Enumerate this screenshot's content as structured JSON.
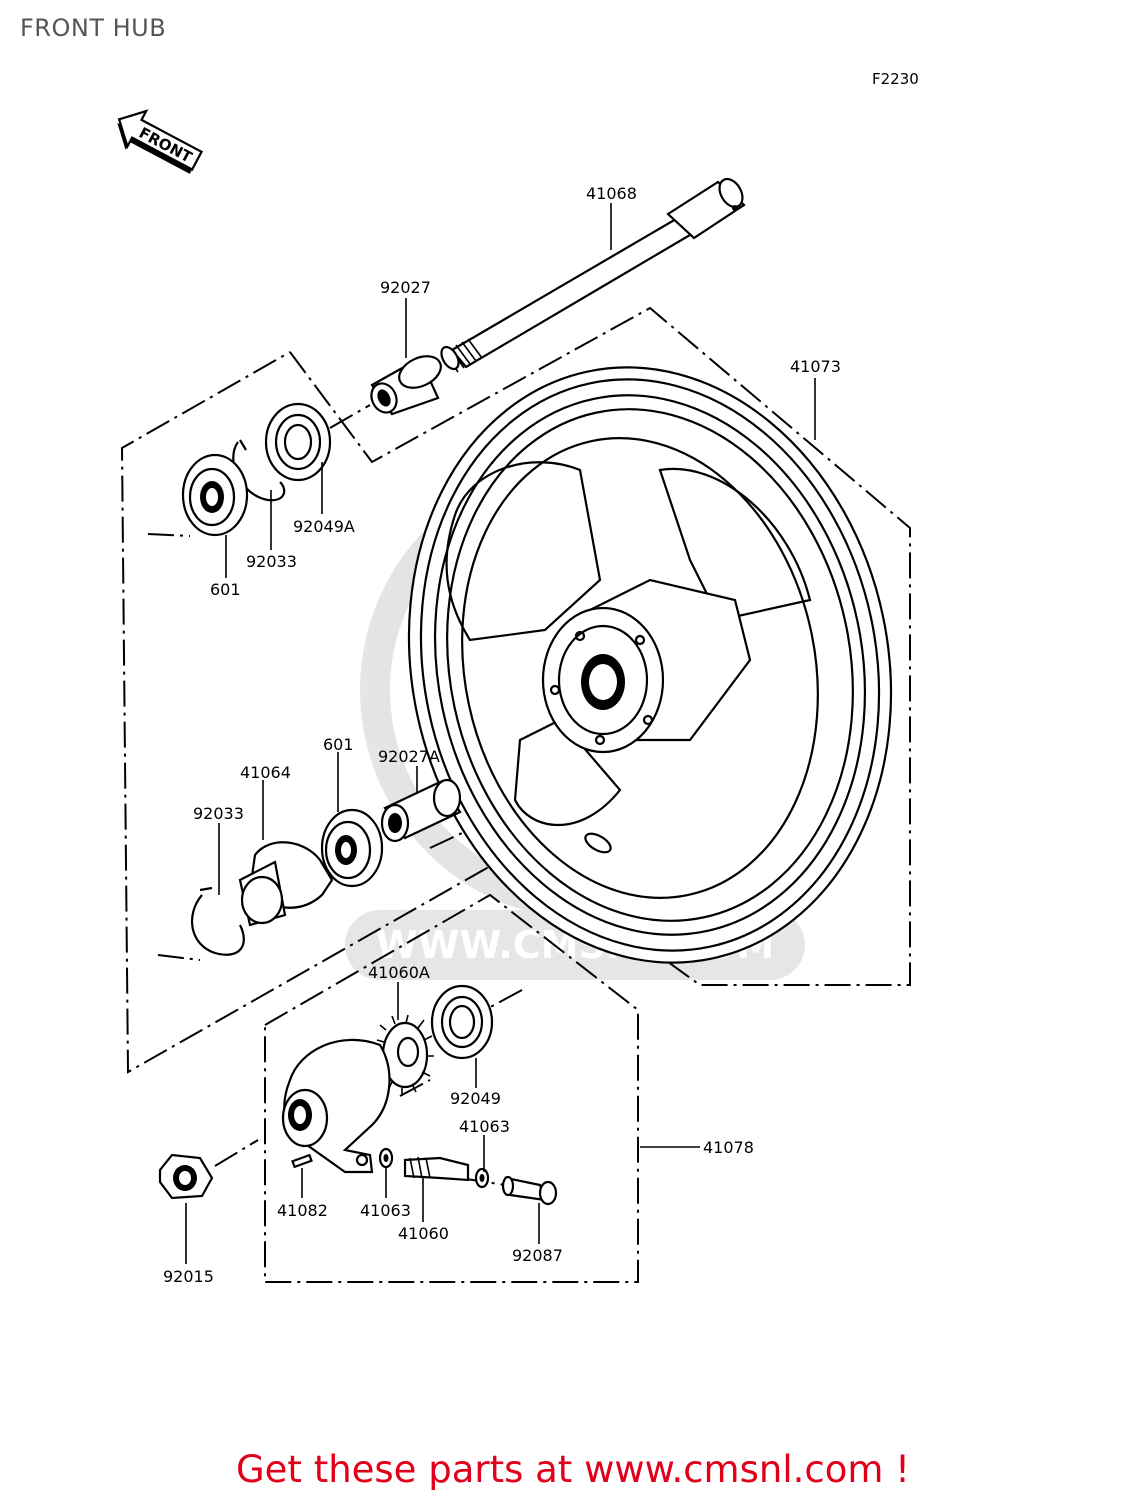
{
  "title": "FRONT HUB",
  "diagram_code": "F2230",
  "front_arrow_text": "FRONT",
  "watermark": "WWW.CMSNL.COM",
  "footer": "Get these parts at www.cmsnl.com !",
  "colors": {
    "footer": "#e0001a",
    "title": "#555555",
    "watermark": "#dcdcdc"
  },
  "part_labels": {
    "axle": "41068",
    "collar_left": "92027",
    "wheel": "41073",
    "oil_seal_left": "92049A",
    "circlip_left": "92033",
    "bearing_left": "601",
    "retainer": "41064",
    "bearing_right": "601",
    "collar_right": "92027A",
    "circlip_right": "92033",
    "gear": "41060A",
    "oil_seal_gear": "92049",
    "gear_housing": "41078",
    "washer_upper": "41063",
    "washer_lower": "41063",
    "pinion": "41060",
    "pin": "41082",
    "bushing": "92087",
    "nut": "92015"
  }
}
